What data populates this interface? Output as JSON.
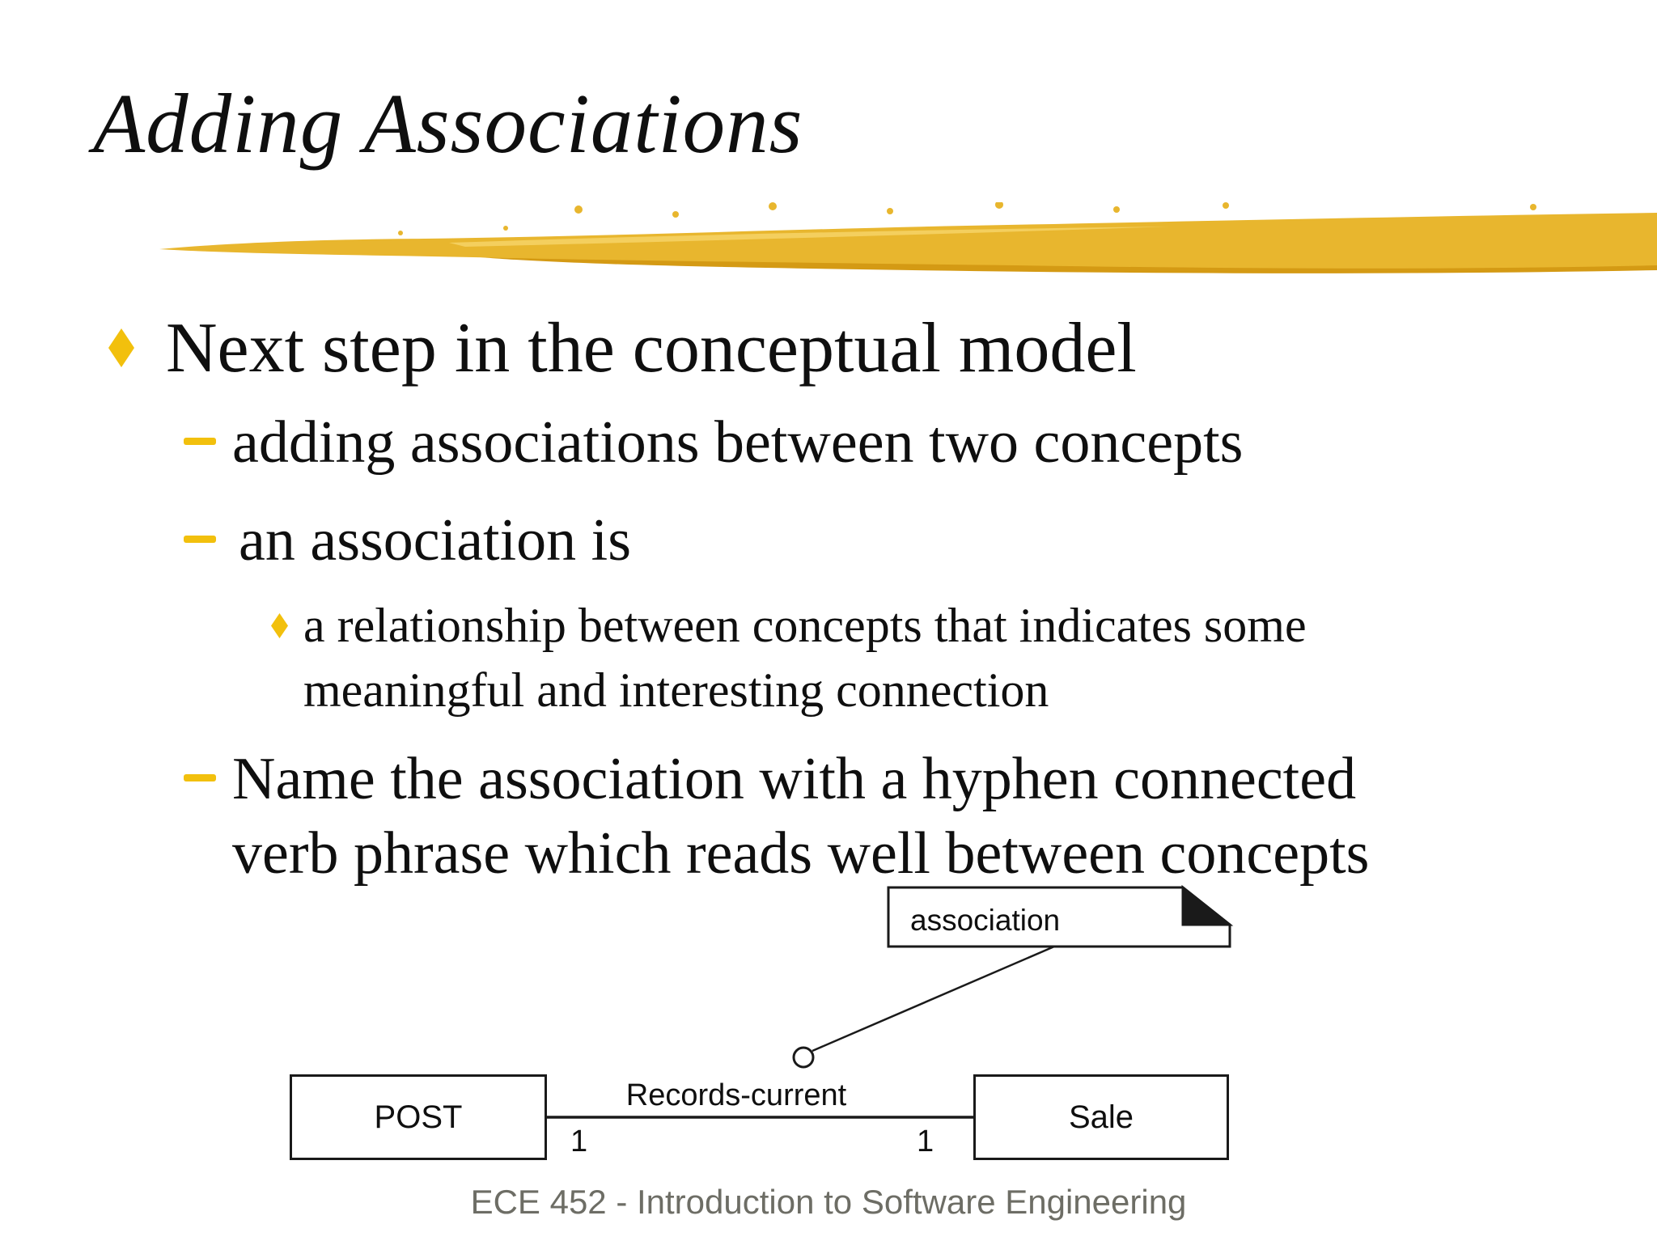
{
  "colors": {
    "text": "#0f0f0f",
    "gold": "#F2C00D",
    "swoosh_main": "#E8B62E",
    "swoosh_dark": "#D49A14",
    "swoosh_light": "#F4CF5E",
    "footer_gray": "#6d6d65",
    "diagram_line": "#1a1a1a"
  },
  "title": "Adding Associations",
  "bullets": {
    "l1": "Next step in the conceptual model",
    "l2a": "adding associations between two concepts",
    "l2b": "an association is",
    "l3_line1": "a relationship between concepts that indicates some",
    "l3_line2": "meaningful and interesting connection",
    "l2c_line1": "Name the association with a hyphen connected",
    "l2c_line2": "verb phrase which reads well between concepts"
  },
  "diagram": {
    "note_label": "association",
    "association_name": "Records-current",
    "left_class": "POST",
    "right_class": "Sale",
    "left_multiplicity": "1",
    "right_multiplicity": "1"
  },
  "footer": "ECE 452 - Introduction to Software Engineering"
}
